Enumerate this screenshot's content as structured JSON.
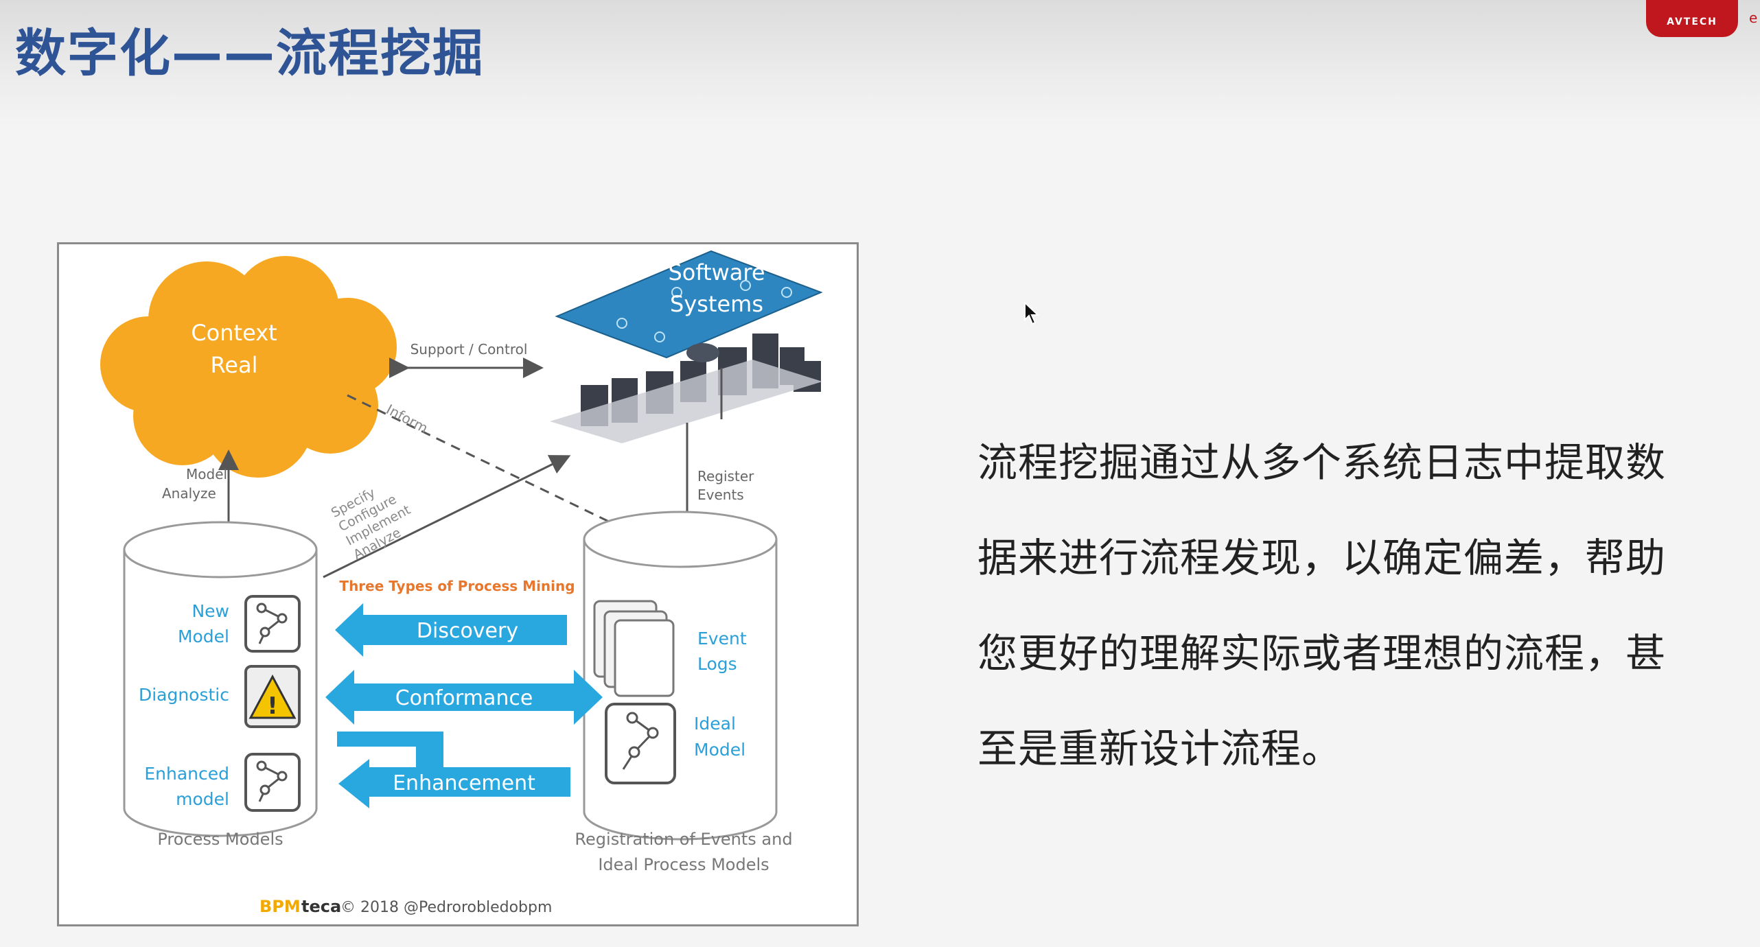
{
  "slide": {
    "title": "数字化——流程挖掘",
    "logo_text": "AVTECH",
    "logo_tail": "e",
    "body_text": "流程挖掘通过从多个系统日志中提取数据来进行流程发现，以确定偏差，帮助您更好的理解实际或者理想的流程，甚至是重新设计流程。"
  },
  "diagram": {
    "cloud_label_1": "Context",
    "cloud_label_2": "Real",
    "software_label_1": "Software",
    "software_label_2": "Systems",
    "support_control": "Support / Control",
    "inform": "Inform",
    "model_label": "Model",
    "analyze_label": "Analyze",
    "specify_steps": [
      "Specify",
      "Configure",
      "Implement",
      "Analyze"
    ],
    "register_label": "Register",
    "events_label": "Events",
    "three_types": "Three Types of Process Mining",
    "discovery": "Discovery",
    "conformance": "Conformance",
    "enhancement": "Enhancement",
    "new_label": "New",
    "model_word": "Model",
    "diagnostic": "Diagnostic",
    "enhanced_label": "Enhanced",
    "model_lower": "model",
    "event_label": "Event",
    "logs_label": "Logs",
    "ideal_label": "Ideal",
    "ideal_model_label": "Model",
    "process_models": "Process Models",
    "registration_1": "Registration of Events and",
    "registration_2": "Ideal Process Models",
    "brand_bpm": "BPM",
    "brand_teca": "teca",
    "copyright": "© 2018 @Pedrorobledobpm",
    "colors": {
      "cloud": "#f7a823",
      "platform": "#2e86c1",
      "arrow": "#29a8e0",
      "label_blue": "#2b9fd8",
      "orange_heading": "#e8772e"
    }
  }
}
